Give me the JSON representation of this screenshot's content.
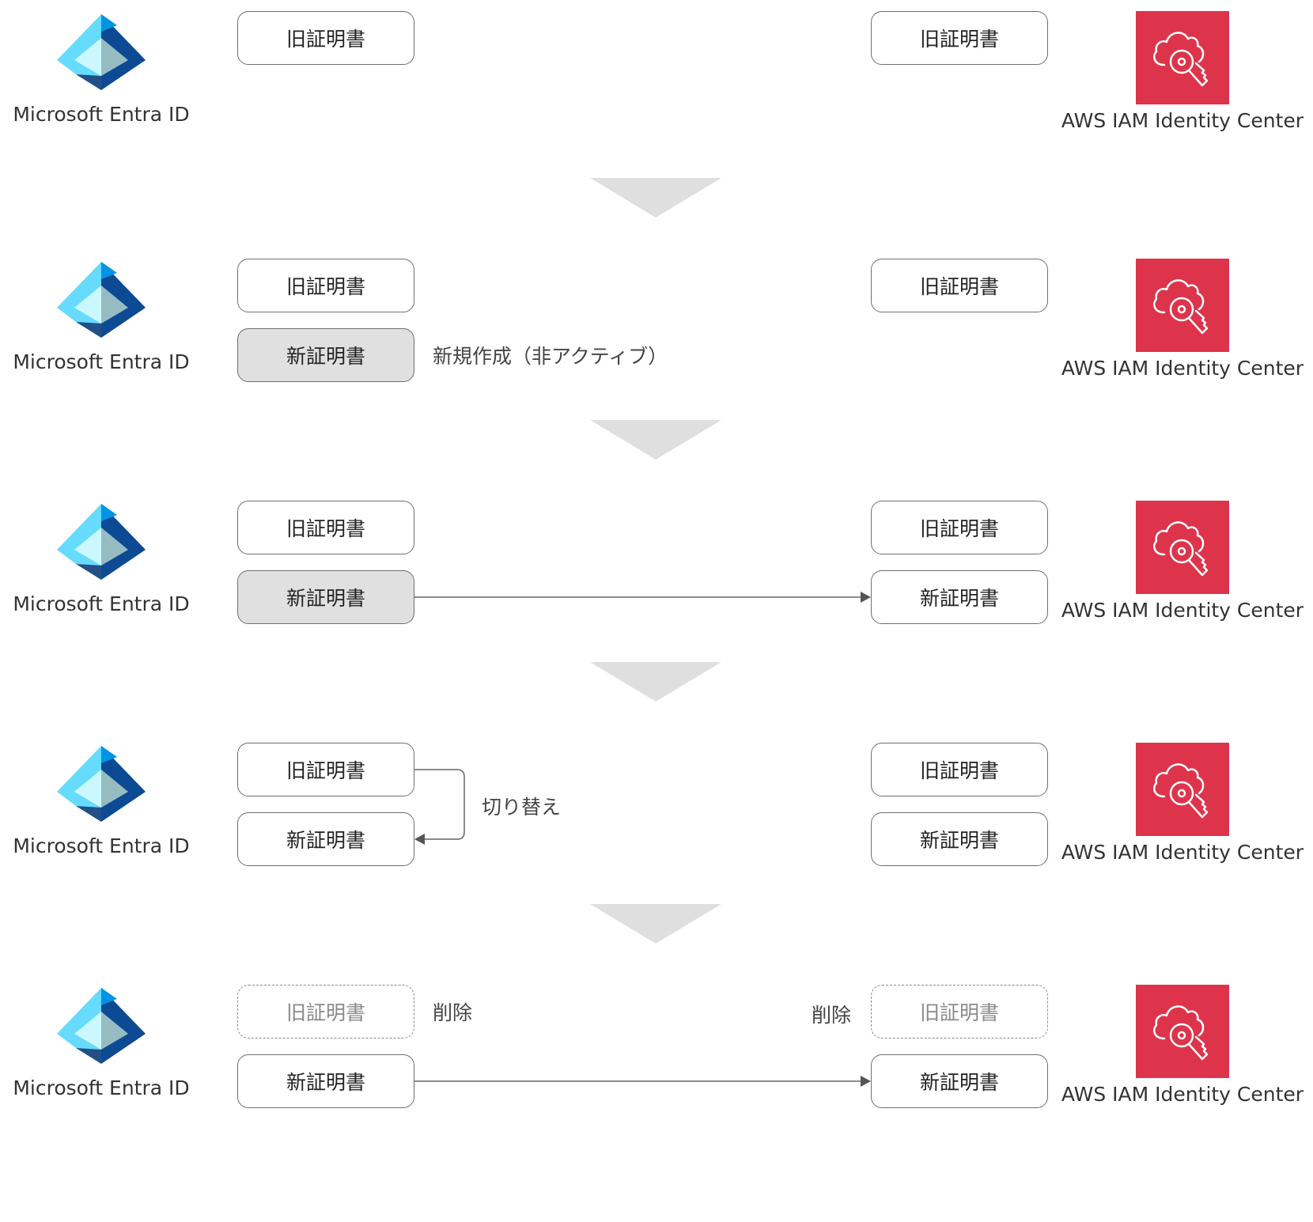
{
  "diagram": {
    "left_system": {
      "label": "Microsoft Entra ID",
      "icon": "microsoft-entra-id-icon"
    },
    "right_system": {
      "label": "AWS IAM Identity Center",
      "icon": "aws-iam-identity-center-icon",
      "color": "#dd344c"
    },
    "colors": {
      "box_border": "#6f6f6f",
      "inactive_fill": "#e0e0e0",
      "arrow_fill": "#dfdfdf",
      "connector": "#666666"
    },
    "stages": [
      {
        "left_certs": [
          {
            "label": "旧証明書",
            "style": "normal"
          }
        ],
        "right_certs": [
          {
            "label": "旧証明書",
            "style": "normal"
          }
        ]
      },
      {
        "left_certs": [
          {
            "label": "旧証明書",
            "style": "normal"
          },
          {
            "label": "新証明書",
            "style": "inactive"
          }
        ],
        "right_certs": [
          {
            "label": "旧証明書",
            "style": "normal"
          }
        ],
        "note": "新規作成（非アクティブ）"
      },
      {
        "left_certs": [
          {
            "label": "旧証明書",
            "style": "normal"
          },
          {
            "label": "新証明書",
            "style": "inactive"
          }
        ],
        "right_certs": [
          {
            "label": "旧証明書",
            "style": "normal"
          },
          {
            "label": "新証明書",
            "style": "normal"
          }
        ],
        "connector": "left-new-to-right-new"
      },
      {
        "left_certs": [
          {
            "label": "旧証明書",
            "style": "normal"
          },
          {
            "label": "新証明書",
            "style": "normal"
          }
        ],
        "right_certs": [
          {
            "label": "旧証明書",
            "style": "normal"
          },
          {
            "label": "新証明書",
            "style": "normal"
          }
        ],
        "note": "切り替え",
        "connector": "left-old-to-left-new"
      },
      {
        "left_certs": [
          {
            "label": "旧証明書",
            "style": "deleted"
          },
          {
            "label": "新証明書",
            "style": "normal"
          }
        ],
        "right_certs": [
          {
            "label": "旧証明書",
            "style": "deleted"
          },
          {
            "label": "新証明書",
            "style": "normal"
          }
        ],
        "left_note": "削除",
        "right_note": "削除",
        "connector": "left-new-to-right-new"
      }
    ]
  }
}
